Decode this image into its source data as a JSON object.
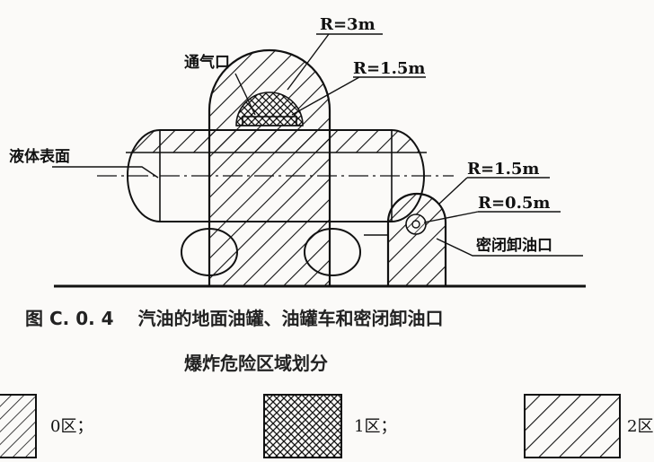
{
  "labels": {
    "vent": "通气口",
    "liquid_surface": "液体表面",
    "closed_unloading_port": "密闭卸油口",
    "radius_3m": "R=3m",
    "radius_1_5m_vent": "R=1.5m",
    "radius_1_5m_port": "R=1.5m",
    "radius_0_5m": "R=0.5m"
  },
  "caption": {
    "line1": "图 C. 0. 4　 汽油的地面油罐、油罐车和密闭卸油口",
    "line2": "爆炸危险区域划分"
  },
  "legend": [
    {
      "label": "0区；",
      "pattern": "fine-diagonal-hatch"
    },
    {
      "label": "1区；",
      "pattern": "cross-hatch"
    },
    {
      "label": "2区",
      "pattern": "coarse-diagonal-hatch"
    }
  ]
}
